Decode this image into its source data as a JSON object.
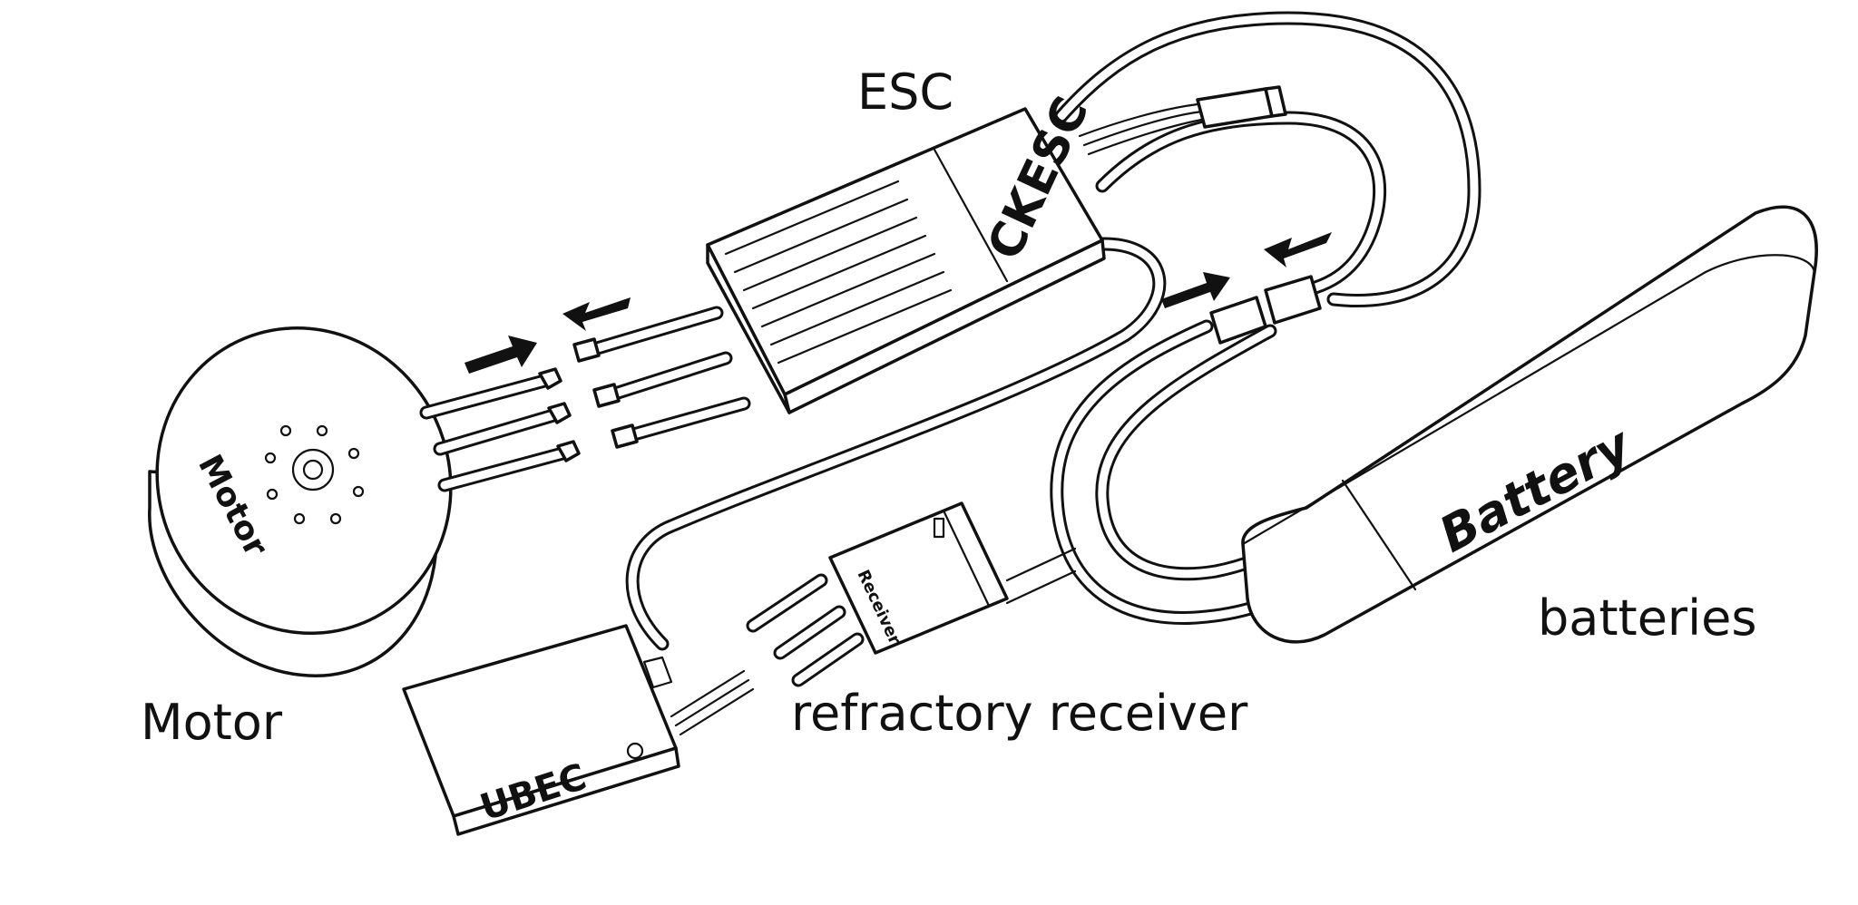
{
  "labels": {
    "esc": "ESC",
    "motor": "Motor",
    "receiver": "refractory receiver",
    "batteries": "batteries"
  },
  "printed": {
    "esc_body": "CKESC",
    "motor_body": "Motor",
    "battery_body": "Battery",
    "ubec_body": "UBEC",
    "receiver_body": "Receiver"
  },
  "colors": {
    "line": "#111111",
    "background": "#ffffff"
  }
}
